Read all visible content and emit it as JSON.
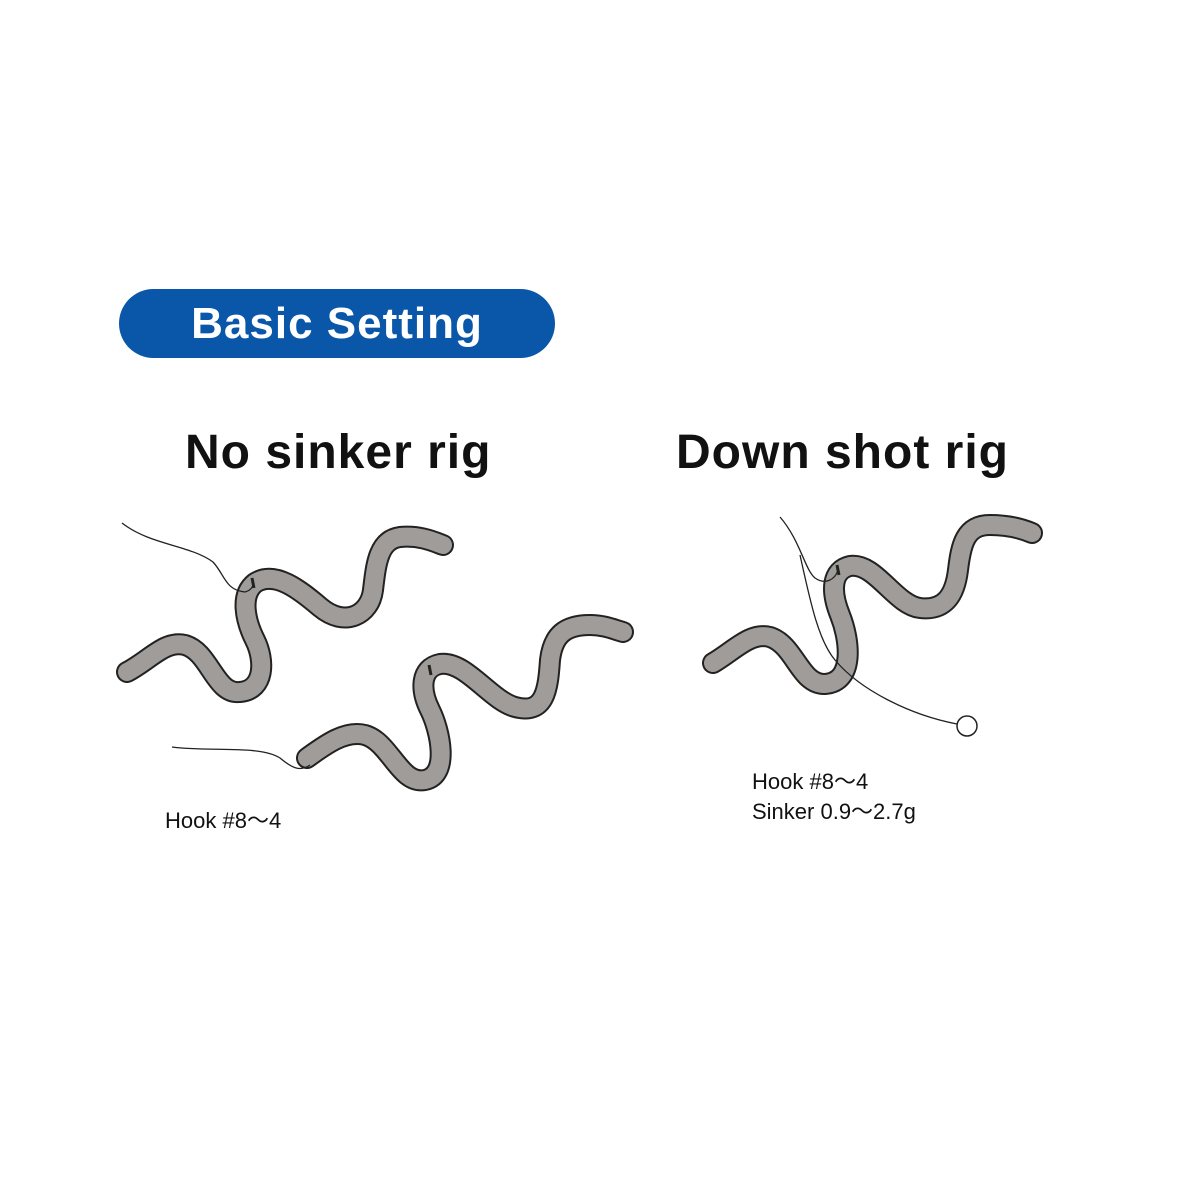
{
  "header": {
    "label": "Basic Setting"
  },
  "rigs": [
    {
      "title": "No sinker rig",
      "specs": [
        "Hook #8～4"
      ]
    },
    {
      "title": "Down shot rig",
      "specs": [
        "Hook #8～4",
        "Sinker 0.9～2.7g"
      ]
    }
  ],
  "colors": {
    "accent": "#0a56a8",
    "worm": "#a09c99",
    "outline": "#222222"
  }
}
